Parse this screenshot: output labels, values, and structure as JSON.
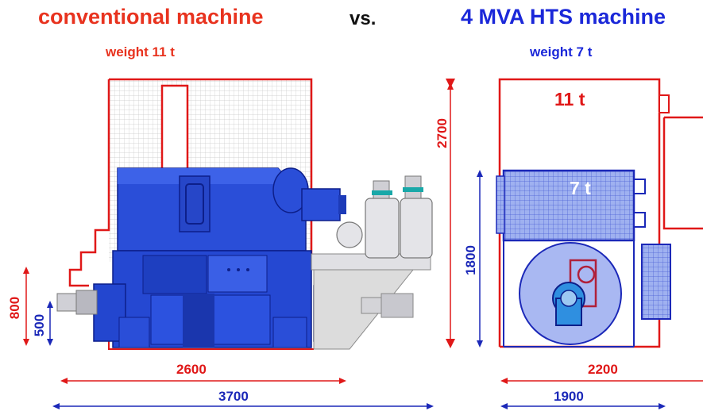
{
  "left": {
    "title": "conventional machine",
    "weight": "weight 11 t",
    "dims": {
      "height_total": "2700",
      "height_axis": "800",
      "height_foot": "500",
      "length_inner": "2600",
      "length_total": "3700"
    }
  },
  "vs": "vs.",
  "right": {
    "title": "4 MVA HTS machine",
    "weight": "weight 7 t",
    "outline_weight": "11 t",
    "core_weight": "7 t",
    "dims": {
      "height": "1800",
      "length_outer": "2200",
      "length_inner": "1900"
    }
  },
  "colors": {
    "red": "#e8331f",
    "blue": "#1b28d9",
    "machine_blue": "#1f3fd0",
    "grid": "#c8c8c8"
  }
}
